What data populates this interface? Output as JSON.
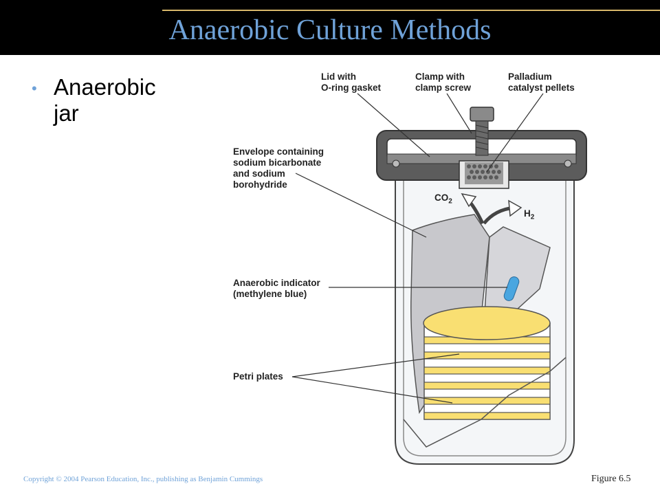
{
  "slide": {
    "title": "Anaerobic Culture Methods",
    "bullet": "Anaerobic jar",
    "copyright": "Copyright © 2004 Pearson Education, Inc., publishing as Benjamin Cummings",
    "figure_label": "Figure 6.5"
  },
  "labels": {
    "lid_1": "Lid with",
    "lid_2": "O-ring gasket",
    "clamp_1": "Clamp with",
    "clamp_2": "clamp screw",
    "catalyst_1": "Palladium",
    "catalyst_2": "catalyst pellets",
    "envelope_1": "Envelope containing",
    "envelope_2": "sodium bicarbonate",
    "envelope_3": "and sodium",
    "envelope_4": "borohydride",
    "co2": "CO",
    "co2_sub": "2",
    "h2": "H",
    "h2_sub": "2",
    "indicator_1": "Anaerobic indicator",
    "indicator_2": "(methylene blue)",
    "plates": "Petri plates"
  },
  "colors": {
    "title_text": "#6fa2d8",
    "title_rule": "#d9b86a",
    "plate_fill": "#f9df72",
    "indicator_blue": "#4aa6e0",
    "envelope_gray": "#c8c8cc",
    "lid_gray": "#555555"
  }
}
